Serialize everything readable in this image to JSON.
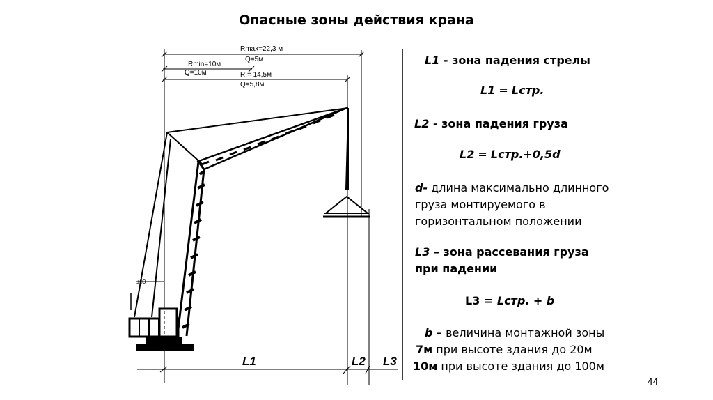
{
  "title": "Опасные зоны действия крана",
  "drawing": {
    "rmax": "Rmax=22,3 м",
    "q_rmax": "Q=5м",
    "rmin": "Rmin=10м",
    "q_rmin": "Q=10м",
    "r": "R = 14,5м",
    "q_r": "Q=5,8м",
    "mark": "±00",
    "l1": "L1",
    "l2": "L2",
    "l3": "L3"
  },
  "legend": {
    "l1_head": "L1",
    "l1_desc": " - зона падения стрелы",
    "l1_formula_a": "L1",
    "l1_formula_b": " = ",
    "l1_formula_c": "Lстр.",
    "l2_head": "L2",
    "l2_desc": " -  зона падения груза",
    "l2_formula_a": "L2",
    "l2_formula_b": " = ",
    "l2_formula_c": "Lстр.+0,5d",
    "d_head": "d-",
    "d_line1": " длина максимально длинного",
    "d_line2": "груза монтируемого в",
    "d_line3": "горизонтальном положении",
    "l3_head": "L3",
    "l3_desc": " – зона рассевания груза",
    "l3_desc2": "при падении",
    "l3_formula_a": "L3",
    "l3_formula_b": " = Lстр. + b",
    "b_head": "b –",
    "b_desc": " величина монтажной зоны",
    "b7_head": "7м",
    "b7_desc": " при высоте здания до 20м",
    "b10_head": "10м",
    "b10_desc": " при высоте здания до 100м"
  },
  "page_number": "44"
}
